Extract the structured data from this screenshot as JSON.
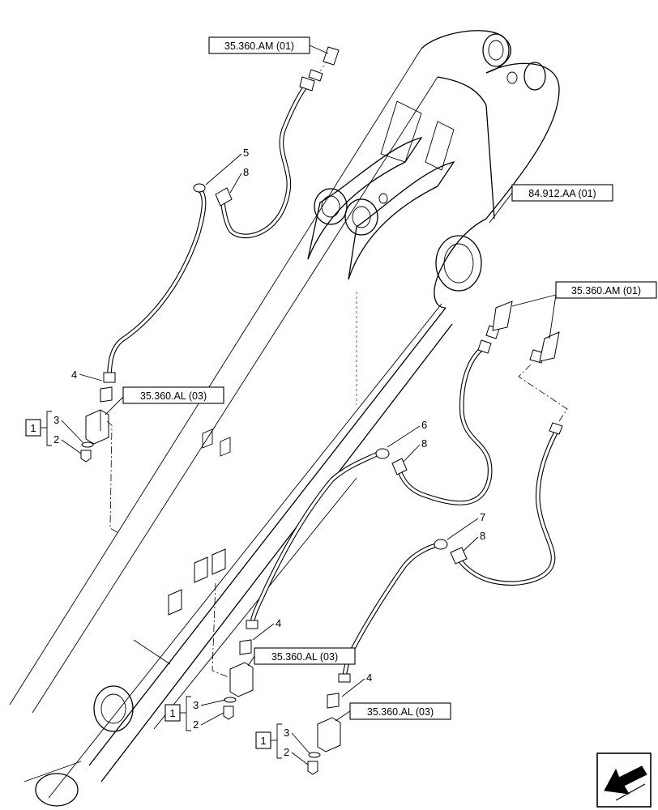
{
  "references": {
    "top_hose": "35.360.AM (01)",
    "boom": "84.912.AA (01)",
    "right_hoses": "35.360.AM (01)",
    "valve_left": "35.360.AL (03)",
    "valve_middle": "35.360.AL (03)",
    "valve_right": "35.360.AL (03)"
  },
  "callouts": {
    "left_tube": "5",
    "left_hose_fitting": "8",
    "left_adapter": "4",
    "left_washer": "3",
    "left_plug": "2",
    "mid_tube": "6",
    "mid_hose_fitting": "8",
    "mid_adapter": "4",
    "mid_washer": "3",
    "mid_plug": "2",
    "right_tube": "7",
    "right_hose_fitting": "8",
    "right_adapter": "4",
    "right_washer": "3",
    "right_plug": "2"
  },
  "kits": {
    "left": "1",
    "middle": "1",
    "right": "1"
  },
  "icons": {
    "navigation": "arrow-left-icon"
  }
}
